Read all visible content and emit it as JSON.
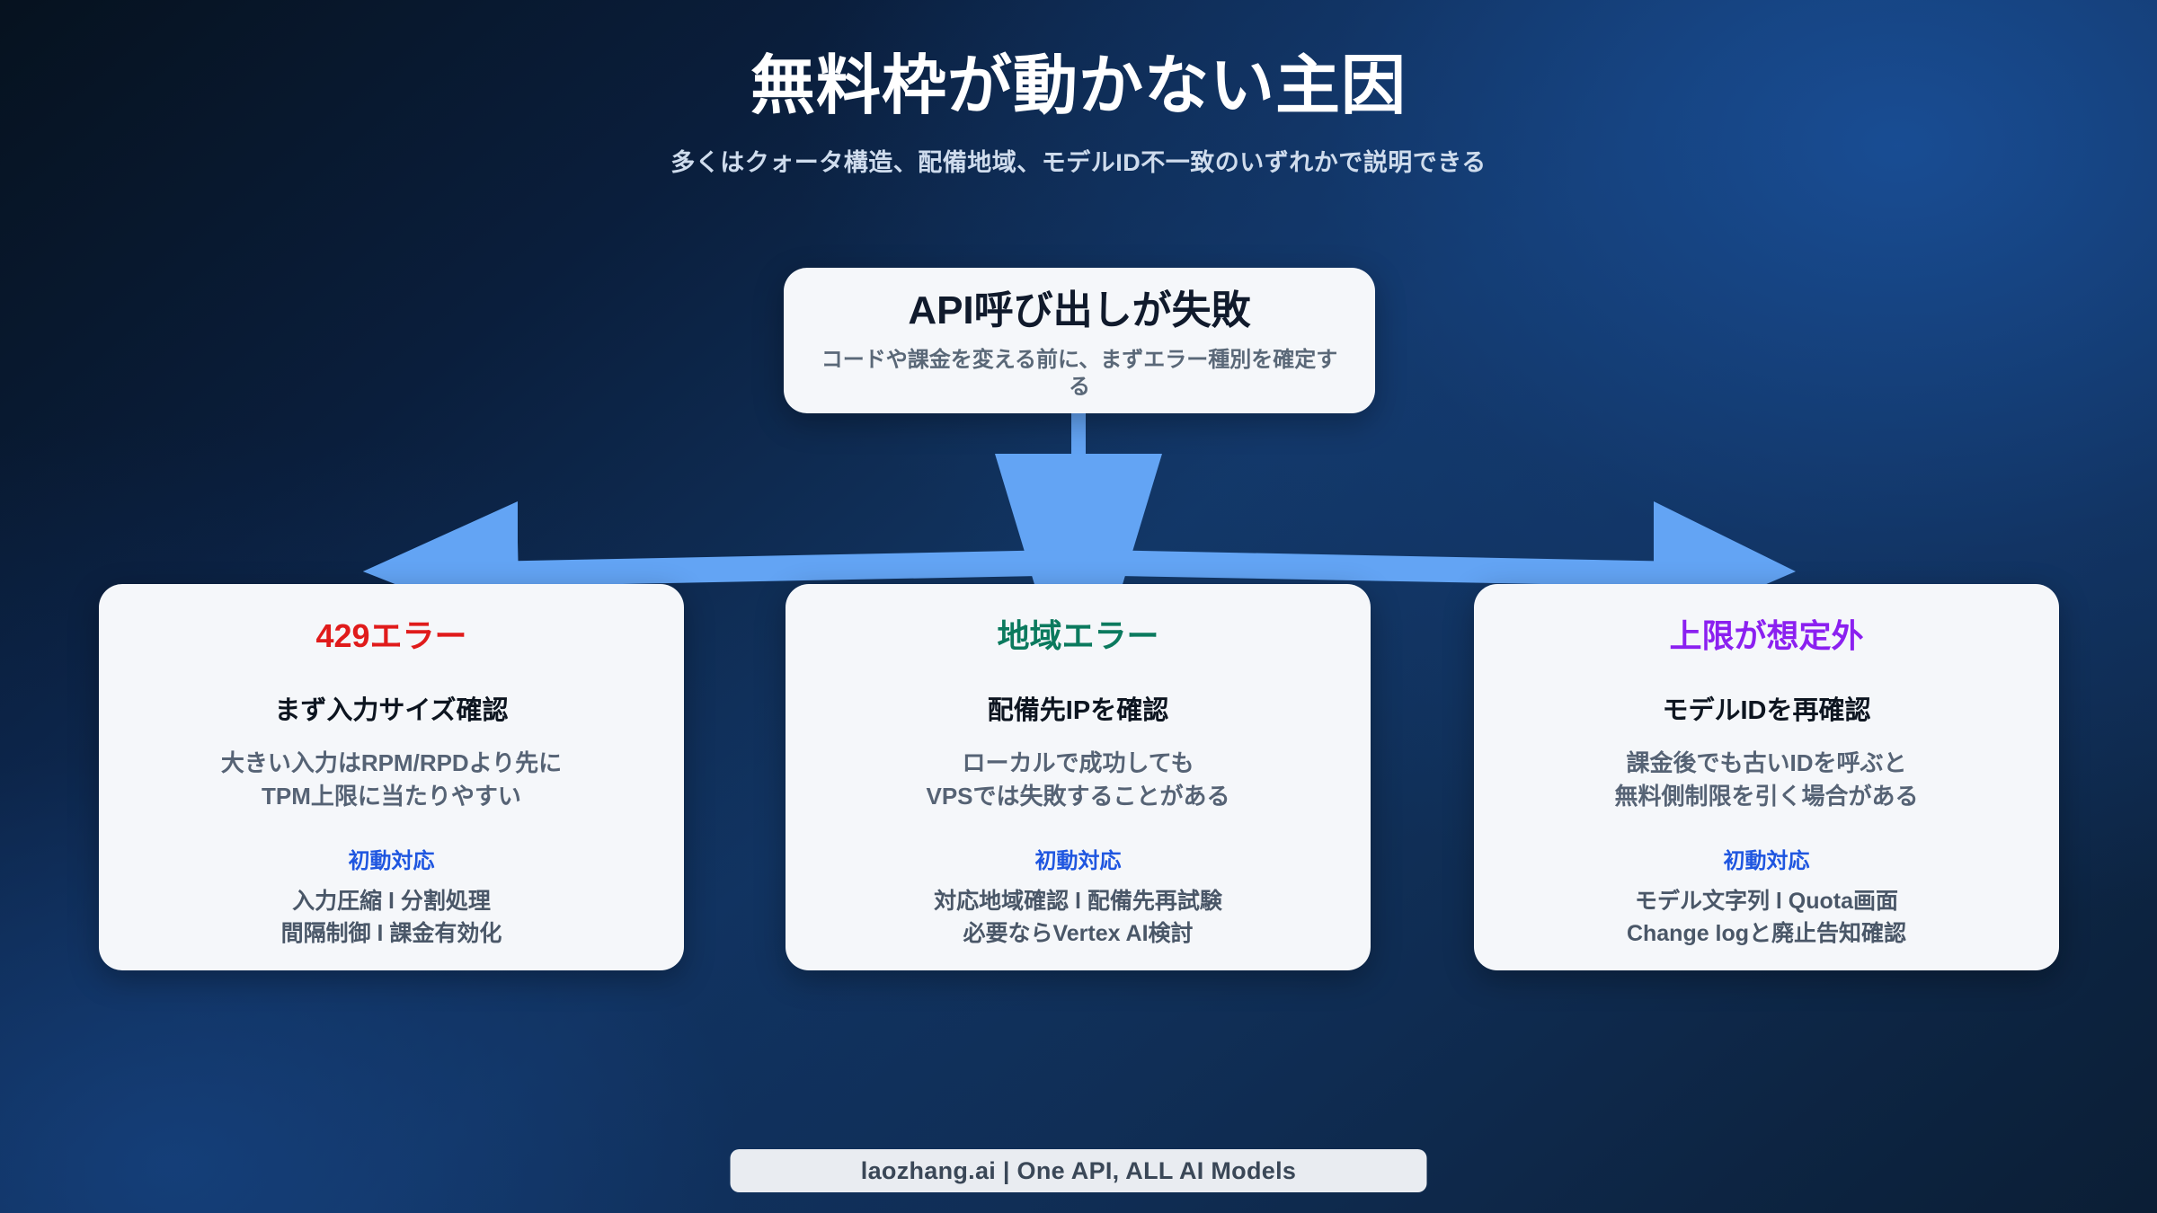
{
  "header": {
    "title": "無料枠が動かない主因",
    "subtitle": "多くはクォータ構造、配備地域、モデルID不一致のいずれかで説明できる"
  },
  "root_node": {
    "title": "API呼び出しが失敗",
    "subtitle": "コードや課金を変える前に、まずエラー種別を確定する"
  },
  "branches": [
    {
      "heading": "429エラー",
      "heading_color": "#e01b1b",
      "action": "まず入力サイズ確認",
      "desc_line1": "大きい入力はRPM/RPDより先に",
      "desc_line2": "TPM上限に当たりやすい",
      "steps_label": "初動対応",
      "steps_line1": "入力圧縮 l 分割処理",
      "steps_line2": "間隔制御 l 課金有効化"
    },
    {
      "heading": "地域エラー",
      "heading_color": "#0b7a5e",
      "action": "配備先IPを確認",
      "desc_line1": "ローカルで成功しても",
      "desc_line2": "VPSでは失敗することがある",
      "steps_label": "初動対応",
      "steps_line1": "対応地域確認 l 配備先再試験",
      "steps_line2": "必要ならVertex AI検討"
    },
    {
      "heading": "上限が想定外",
      "heading_color": "#8b20f0",
      "action": "モデルIDを再確認",
      "desc_line1": "課金後でも古いIDを呼ぶと",
      "desc_line2": "無料側制限を引く場合がある",
      "steps_label": "初動対応",
      "steps_line1": "モデル文字列 l Quota画面",
      "steps_line2": "Change logと廃止告知確認"
    }
  ],
  "footer": {
    "text": "laozhang.ai | One API, ALL AI Models"
  },
  "theme": {
    "arrow_color": "#63a4f4",
    "card_background": "#f5f7fa",
    "accent_blue": "#1f56e0",
    "background_dark": "#06121f",
    "background_bright": "#143c75"
  }
}
